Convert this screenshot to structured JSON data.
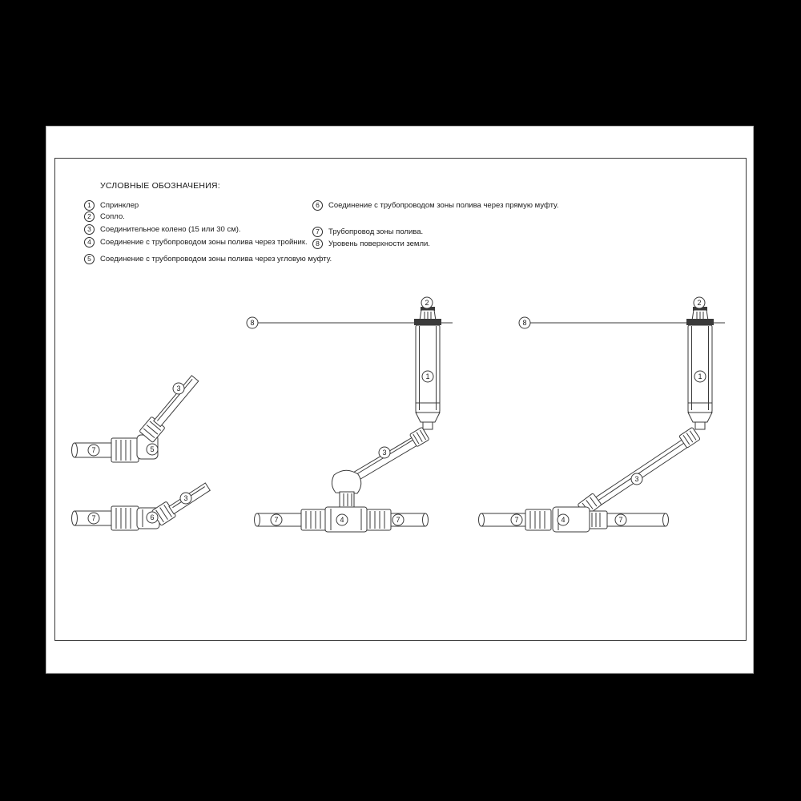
{
  "page": {
    "legend_title": "УСЛОВНЫЕ ОБОЗНАЧЕНИЯ:",
    "legend": [
      {
        "num": "1",
        "text": "Спринклер"
      },
      {
        "num": "2",
        "text": "Сопло."
      },
      {
        "num": "3",
        "text": "Соединительное колено (15 или 30 см)."
      },
      {
        "num": "4",
        "text": "Соединение с трубопроводом зоны полива через тройник."
      },
      {
        "num": "5",
        "text": "Соединение с трубопроводом зоны полива через угловую муфту."
      },
      {
        "num": "6",
        "text": "Соединение с трубопроводом зоны полива через прямую муфту."
      },
      {
        "num": "7",
        "text": "Трубопровод зоны полива."
      },
      {
        "num": "8",
        "text": "Уровень поверхности земли."
      }
    ]
  },
  "diagrams": {
    "left_top": {
      "callouts": [
        "7",
        "5",
        "3"
      ]
    },
    "left_bottom": {
      "callouts": [
        "7",
        "6",
        "3"
      ]
    },
    "middle": {
      "callouts": [
        "8",
        "2",
        "1",
        "3",
        "7",
        "4",
        "7"
      ]
    },
    "right": {
      "callouts": [
        "8",
        "2",
        "1",
        "3",
        "7",
        "4",
        "7"
      ]
    }
  },
  "colors": {
    "background": "#000000",
    "paper": "#ffffff",
    "line": "#3a3a3a"
  }
}
